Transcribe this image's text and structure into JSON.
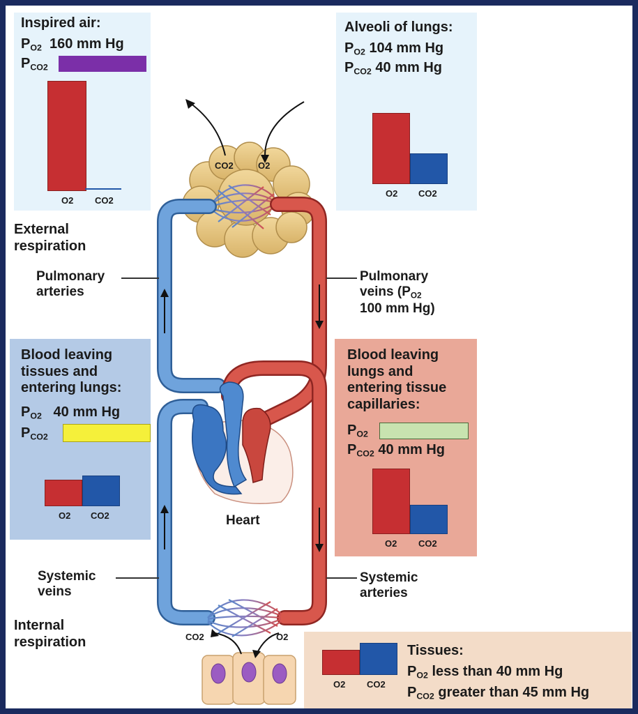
{
  "inspired_air": {
    "title": "Inspired air:",
    "po2_label": "P",
    "po2_sub": "O2",
    "po2_value": "160 mm Hg",
    "pco2_label": "P",
    "pco2_sub": "CO2",
    "bar_labels": [
      "O2",
      "CO2"
    ]
  },
  "alveoli": {
    "title": "Alveoli of lungs:",
    "po2_label": "P",
    "po2_sub": "O2",
    "po2_value": "104 mm Hg",
    "pco2_label": "P",
    "pco2_sub": "CO2",
    "pco2_value": "40 mm Hg",
    "bar_labels": [
      "O2",
      "CO2"
    ]
  },
  "external": {
    "line1": "External",
    "line2": "respiration"
  },
  "internal": {
    "line1": "Internal",
    "line2": "respiration"
  },
  "pulmonary_arteries": {
    "line1": "Pulmonary",
    "line2": "arteries"
  },
  "pulmonary_veins": {
    "line1": "Pulmonary",
    "line2_a": "veins (P",
    "line2_sub": "O2",
    "line3": "100 mm Hg)"
  },
  "blood_to_lungs": {
    "lines": [
      "Blood leaving",
      "tissues and",
      "entering lungs:"
    ],
    "po2_label": "P",
    "po2_sub": "O2",
    "po2_value": "40 mm Hg",
    "pco2_label": "P",
    "pco2_sub": "CO2",
    "bar_labels": [
      "O2",
      "CO2"
    ]
  },
  "blood_to_tissues": {
    "lines": [
      "Blood leaving",
      "lungs and",
      "entering tissue",
      "capillaries:"
    ],
    "po2_label": "P",
    "po2_sub": "O2",
    "pco2_label": "P",
    "pco2_sub": "CO2",
    "pco2_value": "40 mm Hg",
    "bar_labels": [
      "O2",
      "CO2"
    ]
  },
  "heart_label": "Heart",
  "systemic_veins": {
    "line1": "Systemic",
    "line2": "veins"
  },
  "systemic_arteries": {
    "line1": "Systemic",
    "line2": "arteries"
  },
  "lung_gas": {
    "co2": "CO2",
    "o2": "O2"
  },
  "tissue_gas": {
    "co2": "CO2",
    "o2": "O2"
  },
  "tissues": {
    "title": "Tissues:",
    "po2_label": "P",
    "po2_sub": "O2",
    "po2_value": "less than 40 mm Hg",
    "pco2_label": "P",
    "pco2_sub": "CO2",
    "pco2_value": "greater than 45 mm Hg",
    "bar_labels": [
      "O2",
      "CO2"
    ]
  },
  "colors": {
    "o2_bar": "#c62f32",
    "co2_bar": "#2257a8",
    "inspired_pco2_bar": "#7b2fa8",
    "lungs_pco2_bar": "#f5f03a",
    "tissues_po2_bar": "#c8e3b0",
    "oxy_vessel": "#d2473f",
    "deoxy_vessel": "#4a8bd0"
  }
}
